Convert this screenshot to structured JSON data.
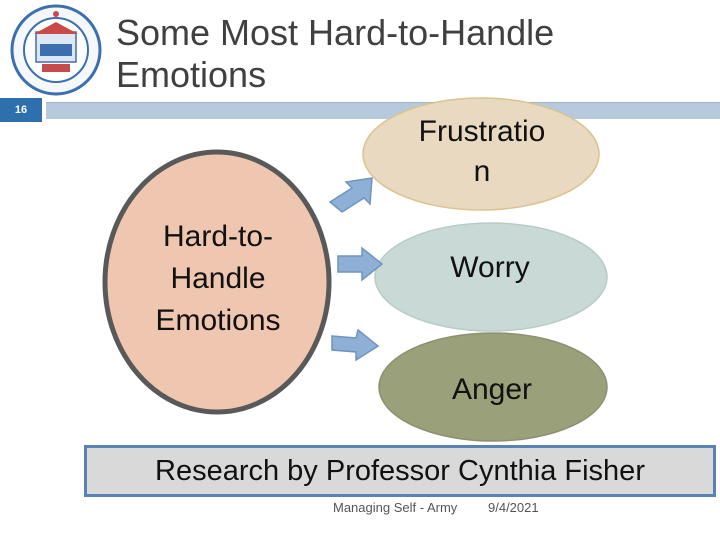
{
  "slide": {
    "number": "16",
    "title": "Some Most Hard-to-Handle Emotions"
  },
  "diagram": {
    "center_label": "Hard-to-Handle Emotions",
    "ovals": [
      {
        "label": "Frustratio n",
        "color": "#e8d9c0"
      },
      {
        "label": "Worry",
        "color": "#c9d9d5"
      },
      {
        "label": "Anger",
        "color": "#9aa07a"
      }
    ],
    "center_color": "#efc6b0",
    "arrow_color": "#8fb0d6"
  },
  "research": {
    "text": "Research by Professor Cynthia Fisher"
  },
  "footer": {
    "left": "Managing Self - Army",
    "date": "9/4/2021"
  }
}
